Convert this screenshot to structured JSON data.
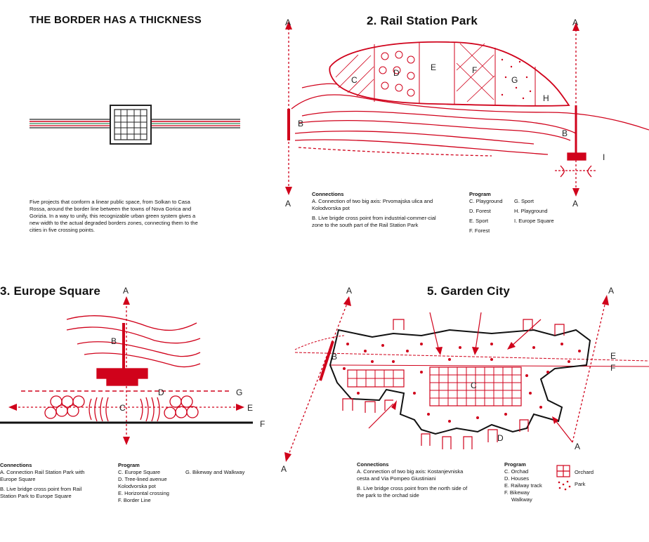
{
  "panel1": {
    "title": "THE BORDER HAS A THICKNESS",
    "desc": [
      "Five projects that conform a linear public space, from Solkan to Casa",
      "Rossa, around the border line between the towns of Nova Gorica and",
      "Gorizia. In a way to unify, this recognizable urban green system gives a",
      "new width to the actual degraded borders zones, connecting them to the",
      "cities in five crossing points."
    ]
  },
  "panel2": {
    "title": "2. Rail Station Park",
    "labels": {
      "A1": "A",
      "A2": "A",
      "A3": "A",
      "A4": "A",
      "B1": "B",
      "B2": "B",
      "C": "C",
      "D": "D",
      "E": "E",
      "F": "F",
      "G": "G",
      "H": "H",
      "I": "I"
    },
    "connections_head": "Connections",
    "connections": [
      "A. Connection of two big axis: Prvomajska ulica and",
      "Kolodvorska pot",
      "B. Live brigde cross point from industrial-commer-cial",
      "zone to the south part of the Rail Station Park"
    ],
    "program_head": "Program",
    "program_col1": [
      "C. Playground",
      "D. Forest",
      "E. Sport",
      "F. Forest"
    ],
    "program_col2": [
      "G. Sport",
      "H. Playground",
      "I. Europe Square"
    ]
  },
  "panel3": {
    "title": "3. Europe Square",
    "labels": {
      "A": "A",
      "B": "B",
      "C": "C",
      "D": "D",
      "E": "E",
      "F": "F",
      "G": "G"
    },
    "connections_head": "Connections",
    "connections": [
      "A. Connection Rail Station Park with",
      "Europe Square",
      "B. Live bridge cross point from Rail",
      "Station Park to Europe Square"
    ],
    "program_head": "Program",
    "program_col1": [
      "C. Europe Square",
      "D. Tree-lined avenue",
      "Kolodvorska pot",
      "E. Horizontal crossing",
      "F. Border Line"
    ],
    "program_col2": [
      "G. Bikeway and Walkway"
    ]
  },
  "panel5": {
    "title": "5. Garden City",
    "labels": {
      "A1": "A",
      "A2": "A",
      "A3": "A",
      "A4": "A",
      "B": "B",
      "C": "C",
      "D": "D",
      "E": "E",
      "F": "F"
    },
    "connections_head": "Connections",
    "connections": [
      "A. Connection of two big axis: Kostanjevniska",
      "cesta and Via Pompeo Giustiniani",
      "B. Live bridge cross point from the north side of",
      "the park to the orchad side"
    ],
    "program_head": "Program",
    "program_col1": [
      "C. Orchad",
      "D. Houses",
      "E. Railway track",
      "F. Bikeway",
      "Walkway"
    ],
    "legend": [
      "Orchard",
      "Park"
    ]
  },
  "colors": {
    "accent": "#d0021b",
    "ink": "#111111",
    "green": "#2e8b57"
  }
}
